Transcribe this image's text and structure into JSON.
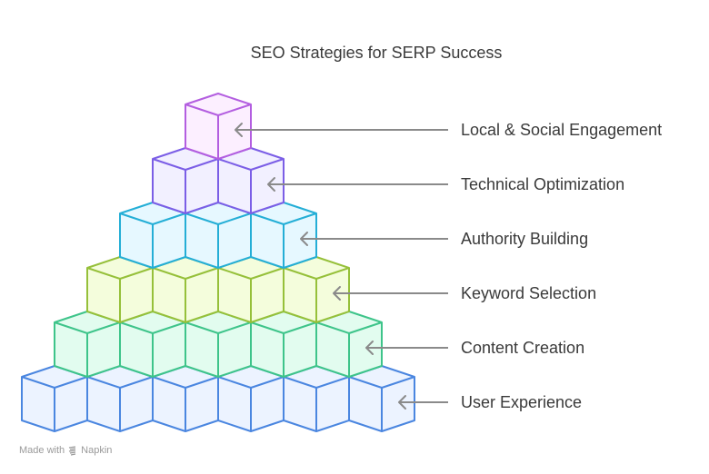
{
  "title": "SEO Strategies for SERP Success",
  "levels": [
    {
      "label": "Local & Social Engagement",
      "cubes": 1,
      "stroke": "#b35ee0",
      "fill": "#fcefff"
    },
    {
      "label": "Technical Optimization",
      "cubes": 2,
      "stroke": "#7b5ee6",
      "fill": "#f2f0ff"
    },
    {
      "label": "Authority Building",
      "cubes": 3,
      "stroke": "#24aed6",
      "fill": "#e6f8ff"
    },
    {
      "label": "Keyword Selection",
      "cubes": 4,
      "stroke": "#96c03a",
      "fill": "#f4fddc"
    },
    {
      "label": "Content Creation",
      "cubes": 5,
      "stroke": "#3ec48a",
      "fill": "#e2fcef"
    },
    {
      "label": "User Experience",
      "cubes": 6,
      "stroke": "#4a86e0",
      "fill": "#ecf3ff"
    }
  ],
  "connector_color": "#8a8a8a",
  "footer": {
    "prefix": "Made with",
    "brand": "Napkin",
    "icon": "napkin-logo-icon"
  }
}
